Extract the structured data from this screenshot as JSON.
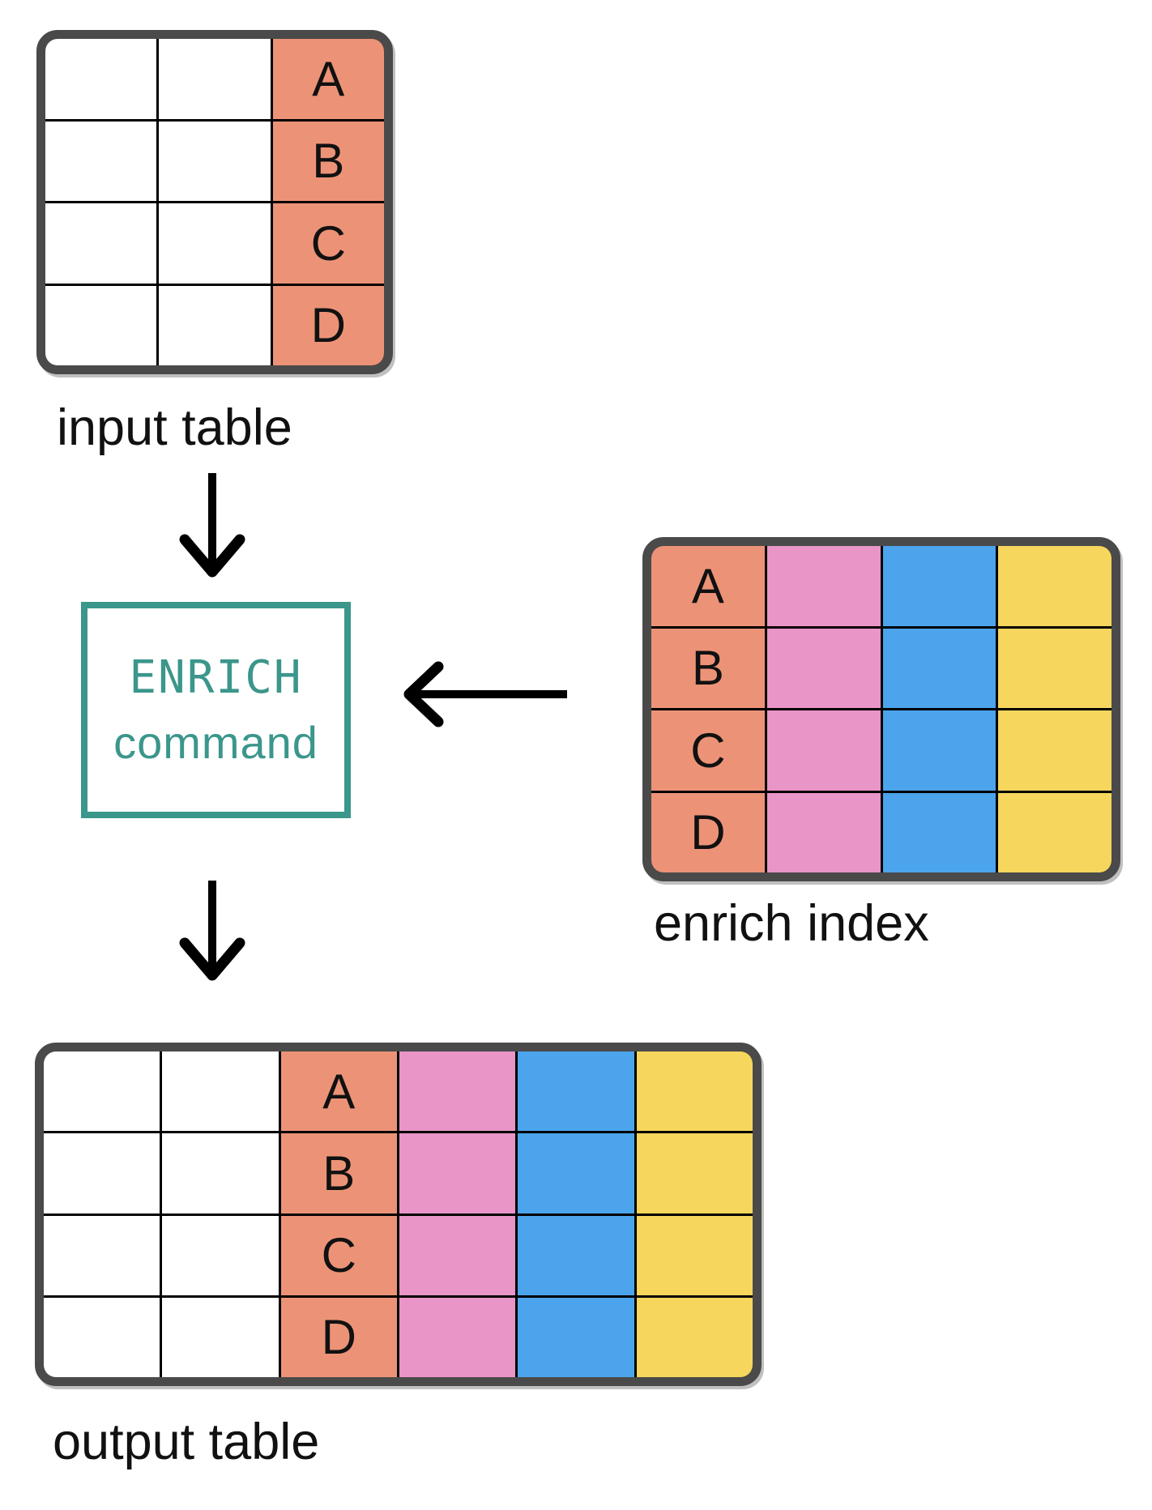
{
  "colors": {
    "salmon": "#ec9377",
    "pink": "#e995c8",
    "blue": "#4ba4ec",
    "yellow": "#f6d65c",
    "teal": "#3b968b",
    "table_border": "#4a4a4a",
    "gridline": "#000000",
    "white": "#ffffff",
    "arrow": "#000000",
    "label_text": "#111111"
  },
  "row_labels": [
    "A",
    "B",
    "C",
    "D"
  ],
  "tables": {
    "input": {
      "label": "input table",
      "rows": 4,
      "columns": [
        {
          "color": "white"
        },
        {
          "color": "white"
        },
        {
          "color": "salmon",
          "letters": true
        }
      ]
    },
    "enrich_index": {
      "label": "enrich index",
      "rows": 4,
      "columns": [
        {
          "color": "salmon",
          "letters": true
        },
        {
          "color": "pink"
        },
        {
          "color": "blue"
        },
        {
          "color": "yellow"
        }
      ]
    },
    "output": {
      "label": "output table",
      "rows": 4,
      "columns": [
        {
          "color": "white"
        },
        {
          "color": "white"
        },
        {
          "color": "salmon",
          "letters": true
        },
        {
          "color": "pink"
        },
        {
          "color": "blue"
        },
        {
          "color": "yellow"
        }
      ]
    }
  },
  "command_box": {
    "line1": "ENRICH",
    "line2": "command"
  }
}
